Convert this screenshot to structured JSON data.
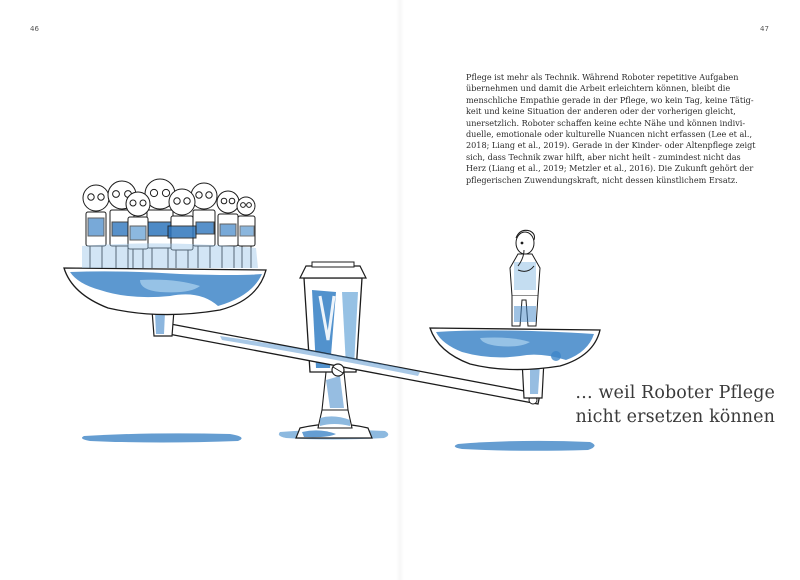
{
  "pages": {
    "left_number": "46",
    "right_number": "47"
  },
  "body_text": {
    "lines": [
      "Pflege ist mehr als Technik. Während Roboter repetitive Aufgaben",
      "übernehmen und damit die Arbeit erleichtern können, bleibt die",
      "menschliche Empathie gerade in der Pflege, wo kein Tag, keine Tätig-",
      "keit und keine Situation der anderen oder der vorherigen gleicht,",
      "unersetzlich. Roboter schaffen keine echte Nähe und können indivi-",
      "duelle, emotionale oder kulturelle Nuancen nicht erfassen (Lee et al.,",
      "2018; Liang et al., 2019). Gerade in der Kinder- oder Altenpflege zeigt",
      "sich, dass Technik zwar hilft, aber nicht heilt - zumindest nicht das",
      "Herz (Liang et al., 2019; Metzler et al., 2016). Die Zukunft gehört der",
      "pflegerischen Zuwendungskraft, nicht dessen künstlichem Ersatz."
    ]
  },
  "caption": {
    "lines": [
      "… weil Roboter Pflege",
      "nicht ersetzen können"
    ]
  },
  "illustration": {
    "ink_color": "#1c1c1c",
    "wash_color": "#3f86c8",
    "wash_light": "#9cc6e8"
  }
}
